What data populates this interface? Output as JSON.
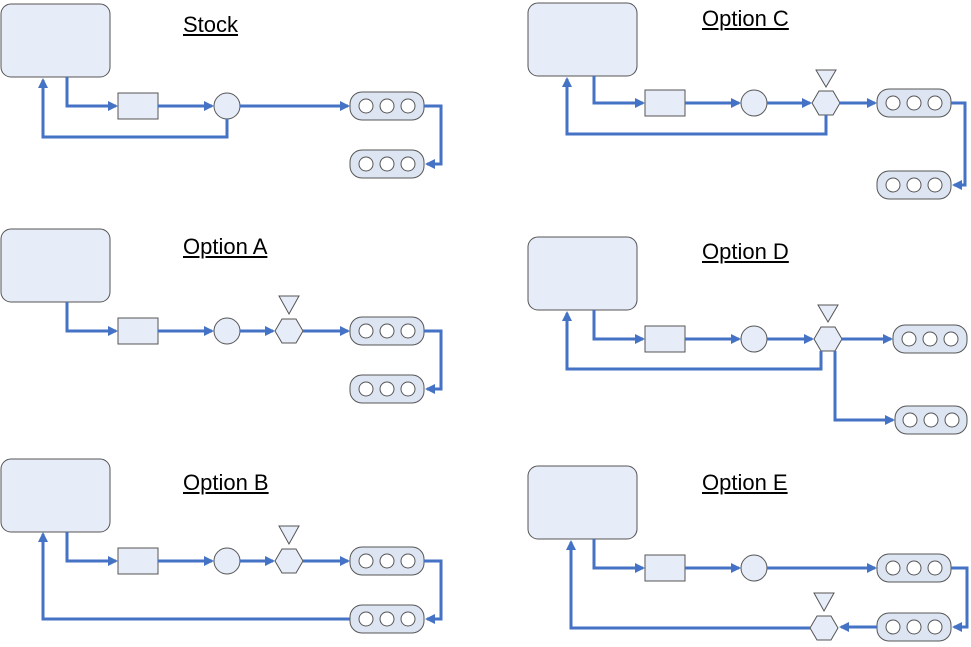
{
  "diagrams": [
    {
      "id": "stock",
      "title": "Stock"
    },
    {
      "id": "option-a",
      "title": "Option A"
    },
    {
      "id": "option-b",
      "title": "Option B"
    },
    {
      "id": "option-c",
      "title": "Option C"
    },
    {
      "id": "option-d",
      "title": "Option D"
    },
    {
      "id": "option-e",
      "title": "Option E"
    }
  ],
  "colors": {
    "line": "#4472C4",
    "shape_fill": "#E6ECF8",
    "shape_stroke": "#555555",
    "bank_fill": "#DDE5F3"
  },
  "icons": [
    "tank-box",
    "filter-box",
    "pump-circle",
    "regulator-hexagon",
    "pressure-gauge-triangle",
    "fuel-rail"
  ]
}
